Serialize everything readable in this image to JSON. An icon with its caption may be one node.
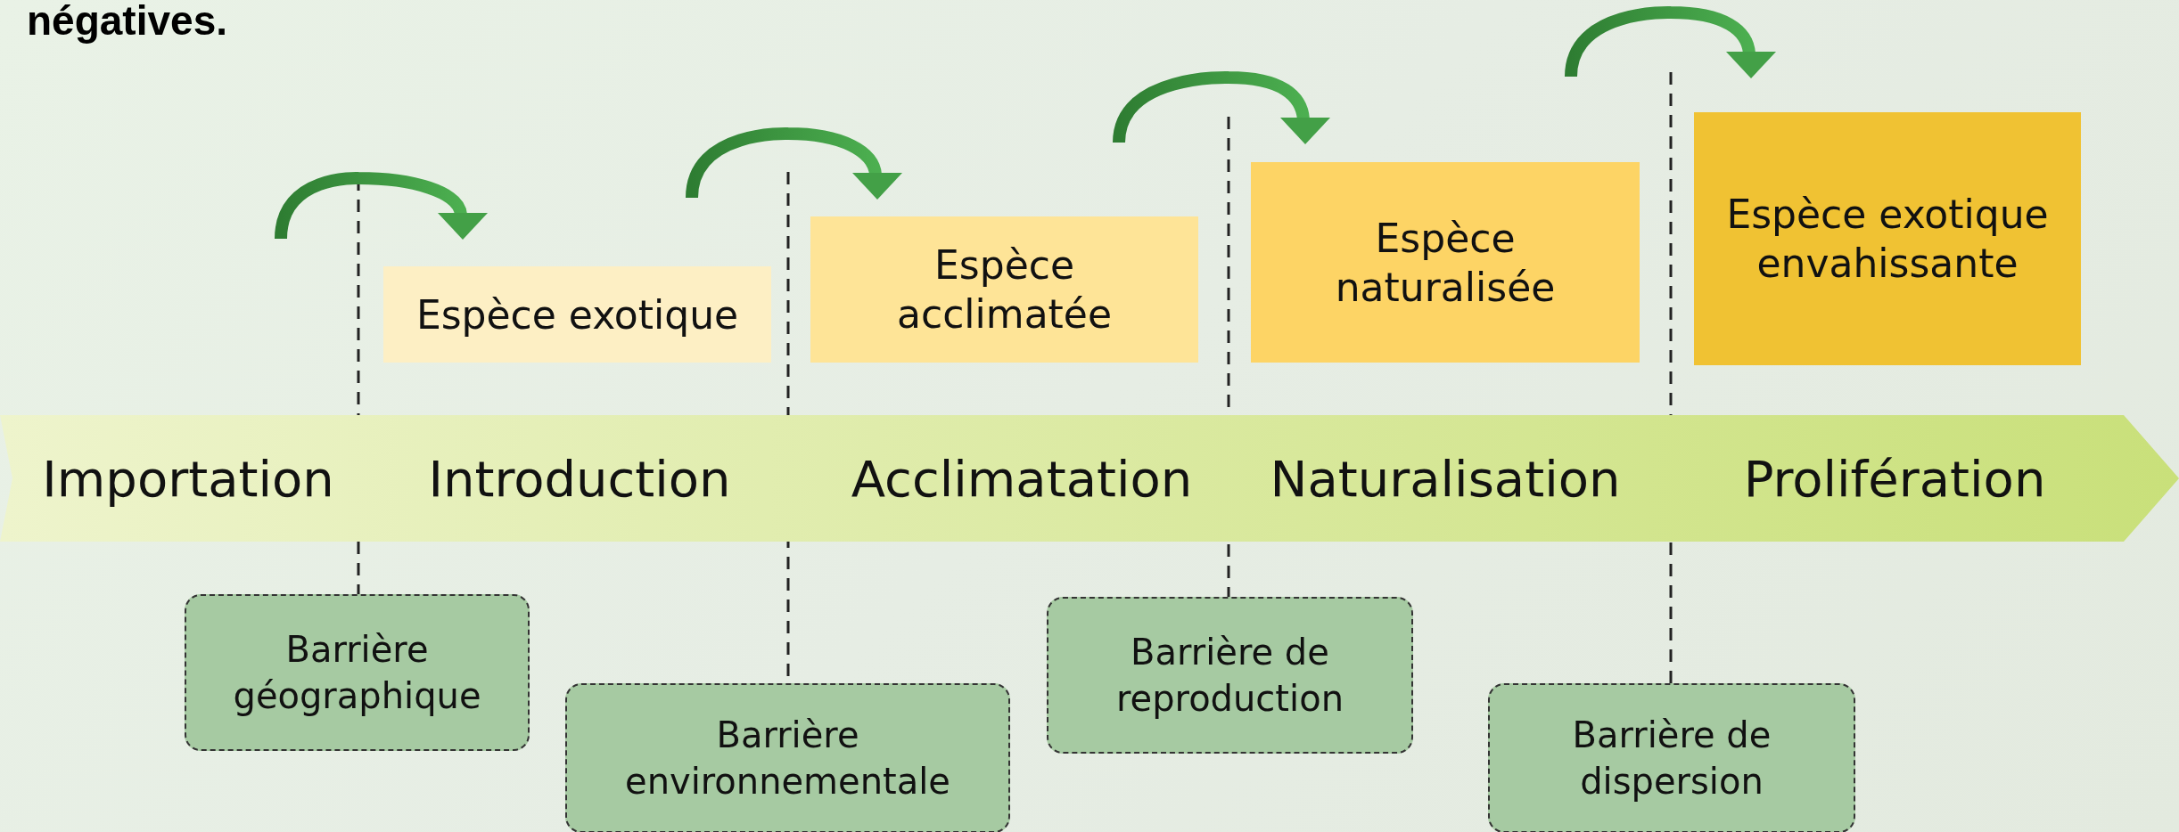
{
  "diagram": {
    "nodes": [
      {
        "text": [
          "Importation",
          "Introduction",
          "Acclimatation",
          "Naturalisation",
          "Prolifération"
        ]
      },
      {
        "text": [
          "Espèce exotique"
        ]
      },
      {
        "text": [
          "Espèce acclimatée"
        ]
      },
      {
        "text": [
          "Espèce naturalisée"
        ]
      },
      {
        "text": [
          "Espèce exotique envahissante"
        ]
      },
      {
        "text": [
          "Barrière géographique"
        ]
      },
      {
        "text": [
          "Barrière environnementale"
        ]
      },
      {
        "text": [
          "Barrière de reproduction"
        ]
      },
      {
        "text": [
          "Barrière de dispersion"
        ]
      }
    ],
    "labels": [
      "négatives."
    ]
  }
}
